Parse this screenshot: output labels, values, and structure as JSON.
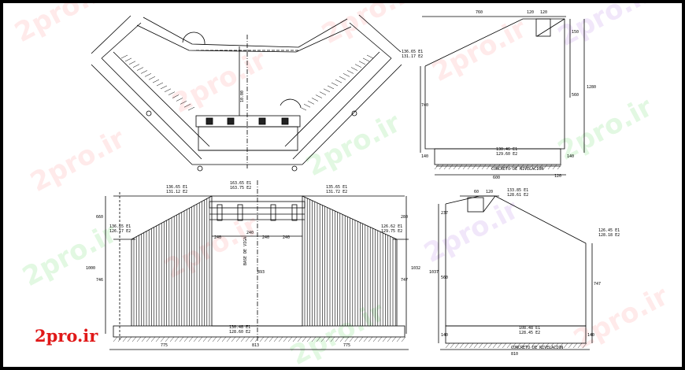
{
  "watermark": "2pro.ir",
  "logo": "2pro.ir",
  "plan": {
    "center_dim": "10.00"
  },
  "front": {
    "top_left": [
      "136.65 E1",
      "131.12 E2"
    ],
    "top_mid": [
      "163.65 E1",
      "163.75 E2"
    ],
    "top_right": [
      "135.65 E1",
      "131.72 E2"
    ],
    "mid_left": [
      "136.65 E1",
      "126.17 E2"
    ],
    "mid_right": [
      "126.62 E1",
      "129.75 E2"
    ],
    "base": [
      "130.48 E1",
      "128.60 E2"
    ],
    "left_dims": [
      "660",
      "1000",
      "746"
    ],
    "right_dims": [
      "280",
      "1032",
      "747"
    ],
    "inner_dims": [
      "240",
      "240",
      "240",
      "240"
    ],
    "center_height": "893",
    "vertical_note": "BASE DE VIGA",
    "bottom_dims": [
      "775",
      "813",
      "775"
    ]
  },
  "section_top": {
    "top_dims": [
      "760",
      "120",
      "120"
    ],
    "right_dims": [
      "150",
      "560",
      "1280"
    ],
    "left_level": [
      "136.65 E1",
      "131.17 E2"
    ],
    "left_dim": "740",
    "base_level": [
      "130.46 E1",
      "129.60 E2"
    ],
    "base_note": "CONCRETO DE NIVELACION",
    "bottom_dims": [
      "600",
      "120"
    ],
    "side_dims": [
      "140",
      "140"
    ]
  },
  "section_bottom": {
    "top_dims": [
      "60",
      "120"
    ],
    "top_level": [
      "133.85 E1",
      "128.61 E2"
    ],
    "left_dims": [
      "237",
      "1037",
      "560"
    ],
    "right_level": [
      "126.45 E1",
      "128.18 E2"
    ],
    "right_dim": "747",
    "base_level": [
      "108.48 E1",
      "128.45 E2"
    ],
    "base_note": "CONCRETO DE NIVELACION",
    "bottom_dims": [
      "810"
    ],
    "side_dims": [
      "140",
      "140"
    ]
  }
}
